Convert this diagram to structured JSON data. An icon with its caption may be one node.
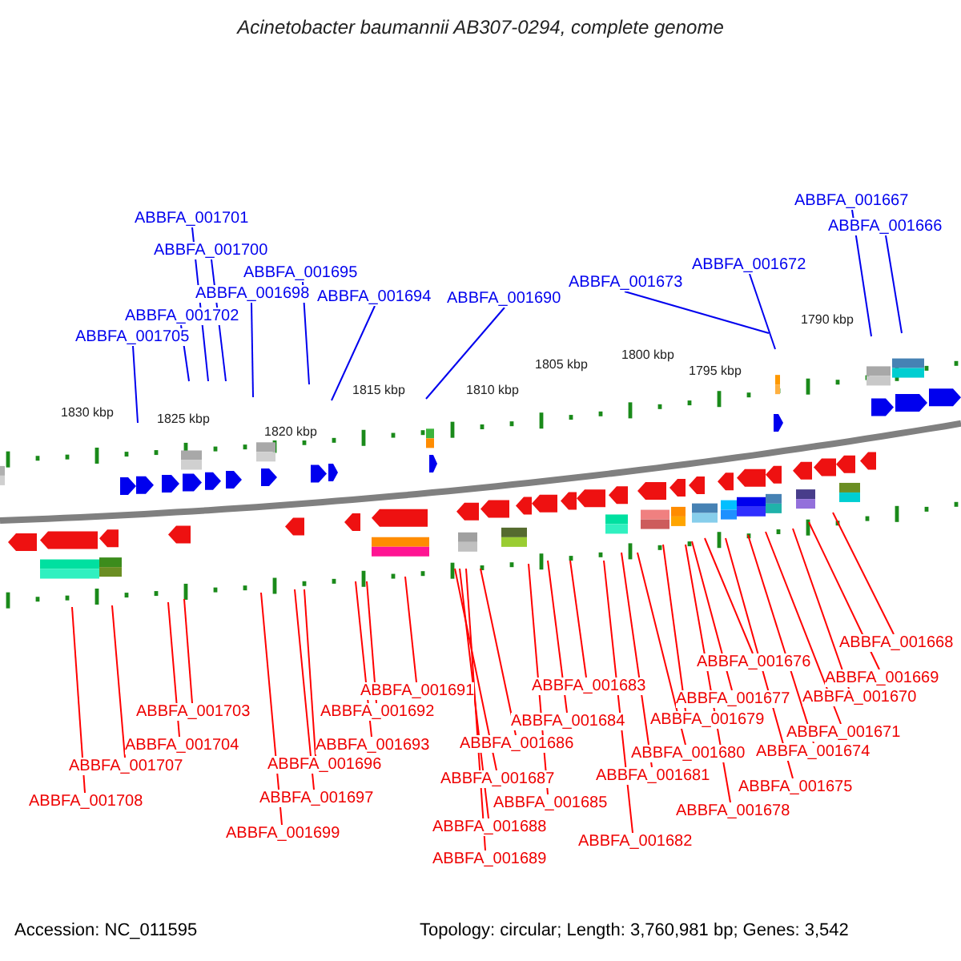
{
  "diagram": {
    "title": "Acinetobacter baumannii AB307-0294, complete genome",
    "nodes": [
      {
        "text": [
          "ABBFA_001667"
        ]
      },
      {
        "text": [
          "ABBFA_001701"
        ]
      },
      {
        "text": [
          "ABBFA_001666"
        ]
      },
      {
        "text": [
          "ABBFA_001700"
        ]
      },
      {
        "text": [
          "ABBFA_001672"
        ]
      },
      {
        "text": [
          "ABBFA_001695"
        ]
      },
      {
        "text": [
          "ABBFA_001673"
        ]
      },
      {
        "text": [
          "ABBFA_001698"
        ]
      },
      {
        "text": [
          "ABBFA_001694"
        ]
      },
      {
        "text": [
          "ABBFA_001690"
        ]
      },
      {
        "text": [
          "ABBFA_001702"
        ]
      },
      {
        "text": [
          "ABBFA_001705"
        ]
      },
      {
        "text": [
          "ABBFA_001668"
        ]
      },
      {
        "text": [
          "ABBFA_001676"
        ]
      },
      {
        "text": [
          "ABBFA_001669"
        ]
      },
      {
        "text": [
          "ABBFA_001683"
        ]
      },
      {
        "text": [
          "ABBFA_001691"
        ]
      },
      {
        "text": [
          "ABBFA_001677"
        ]
      },
      {
        "text": [
          "ABBFA_001670"
        ]
      },
      {
        "text": [
          "ABBFA_001703"
        ]
      },
      {
        "text": [
          "ABBFA_001692"
        ]
      },
      {
        "text": [
          "ABBFA_001679"
        ]
      },
      {
        "text": [
          "ABBFA_001684"
        ]
      },
      {
        "text": [
          "ABBFA_001671"
        ]
      },
      {
        "text": [
          "ABBFA_001704"
        ]
      },
      {
        "text": [
          "ABBFA_001693"
        ]
      },
      {
        "text": [
          "ABBFA_001686"
        ]
      },
      {
        "text": [
          "ABBFA_001680"
        ]
      },
      {
        "text": [
          "ABBFA_001674"
        ]
      },
      {
        "text": [
          "ABBFA_001696"
        ]
      },
      {
        "text": [
          "ABBFA_001707"
        ]
      },
      {
        "text": [
          "ABBFA_001681"
        ]
      },
      {
        "text": [
          "ABBFA_001687"
        ]
      },
      {
        "text": [
          "ABBFA_001675"
        ]
      },
      {
        "text": [
          "ABBFA_001697"
        ]
      },
      {
        "text": [
          "ABBFA_001708"
        ]
      },
      {
        "text": [
          "ABBFA_001685"
        ]
      },
      {
        "text": [
          "ABBFA_001678"
        ]
      },
      {
        "text": [
          "ABBFA_001688"
        ]
      },
      {
        "text": [
          "ABBFA_001699"
        ]
      },
      {
        "text": [
          "ABBFA_001682"
        ]
      },
      {
        "text": [
          "ABBFA_001689"
        ]
      }
    ],
    "edges": [
      {
        "from": 0,
        "to": null,
        "arrow": "none",
        "color": "#0000ee"
      },
      {
        "from": 1,
        "to": null,
        "arrow": "none",
        "color": "#0000ee"
      },
      {
        "from": 2,
        "to": null,
        "arrow": "none",
        "color": "#0000ee"
      },
      {
        "from": 3,
        "to": null,
        "arrow": "none",
        "color": "#0000ee"
      },
      {
        "from": 4,
        "to": null,
        "arrow": "none",
        "color": "#0000ee"
      },
      {
        "from": 5,
        "to": null,
        "arrow": "none",
        "color": "#0000ee"
      },
      {
        "from": 6,
        "to": null,
        "arrow": "none",
        "color": "#0000ee"
      },
      {
        "from": 7,
        "to": null,
        "arrow": "none",
        "color": "#0000ee"
      },
      {
        "from": 8,
        "to": null,
        "arrow": "none",
        "color": "#0000ee"
      },
      {
        "from": 9,
        "to": null,
        "arrow": "none",
        "color": "#0000ee"
      },
      {
        "from": 10,
        "to": null,
        "arrow": "none",
        "color": "#0000ee"
      },
      {
        "from": 11,
        "to": null,
        "arrow": "none",
        "color": "#0000ee"
      },
      {
        "from": 12,
        "to": null,
        "arrow": "none",
        "color": "#ff0000"
      },
      {
        "from": 13,
        "to": null,
        "arrow": "none",
        "color": "#ff0000"
      },
      {
        "from": 14,
        "to": null,
        "arrow": "none",
        "color": "#ff0000"
      },
      {
        "from": 15,
        "to": null,
        "arrow": "none",
        "color": "#ff0000"
      },
      {
        "from": 16,
        "to": null,
        "arrow": "none",
        "color": "#ff0000"
      },
      {
        "from": 17,
        "to": null,
        "arrow": "none",
        "color": "#ff0000"
      },
      {
        "from": 18,
        "to": null,
        "arrow": "none",
        "color": "#ff0000"
      },
      {
        "from": 19,
        "to": null,
        "arrow": "none",
        "color": "#ff0000"
      },
      {
        "from": 20,
        "to": null,
        "arrow": "none",
        "color": "#ff0000"
      },
      {
        "from": 21,
        "to": null,
        "arrow": "none",
        "color": "#ff0000"
      },
      {
        "from": 22,
        "to": null,
        "arrow": "none",
        "color": "#ff0000"
      },
      {
        "from": 23,
        "to": null,
        "arrow": "none",
        "color": "#ff0000"
      },
      {
        "from": 24,
        "to": null,
        "arrow": "none",
        "color": "#ff0000"
      },
      {
        "from": 25,
        "to": null,
        "arrow": "none",
        "color": "#ff0000"
      },
      {
        "from": 26,
        "to": null,
        "arrow": "none",
        "color": "#ff0000"
      },
      {
        "from": 27,
        "to": null,
        "arrow": "none",
        "color": "#ff0000"
      },
      {
        "from": 28,
        "to": null,
        "arrow": "none",
        "color": "#ff0000"
      },
      {
        "from": 29,
        "to": null,
        "arrow": "none",
        "color": "#ff0000"
      },
      {
        "from": 30,
        "to": null,
        "arrow": "none",
        "color": "#ff0000"
      },
      {
        "from": 31,
        "to": null,
        "arrow": "none",
        "color": "#ff0000"
      },
      {
        "from": 32,
        "to": null,
        "arrow": "none",
        "color": "#ff0000"
      },
      {
        "from": 33,
        "to": null,
        "arrow": "none",
        "color": "#ff0000"
      },
      {
        "from": 34,
        "to": null,
        "arrow": "none",
        "color": "#ff0000"
      },
      {
        "from": 35,
        "to": null,
        "arrow": "none",
        "color": "#ff0000"
      },
      {
        "from": 36,
        "to": null,
        "arrow": "none",
        "color": "#ff0000"
      },
      {
        "from": 37,
        "to": null,
        "arrow": "none",
        "color": "#ff0000"
      },
      {
        "from": 38,
        "to": null,
        "arrow": "none",
        "color": "#ff0000"
      },
      {
        "from": 39,
        "to": null,
        "arrow": "none",
        "color": "#ff0000"
      },
      {
        "from": 40,
        "to": null,
        "arrow": "none",
        "color": "#ff0000"
      },
      {
        "from": 41,
        "to": null,
        "arrow": "none",
        "color": "#ff0000"
      }
    ],
    "labels": [
      "1790 kbp",
      "1795 kbp",
      "1800 kbp",
      "1805 kbp",
      "1810 kbp",
      "1815 kbp",
      "1820 kbp",
      "1825 kbp",
      "1830 kbp",
      "Accession: NC_011595",
      "Topology: circular; Length: 3,760,981 bp; Genes: 3,542"
    ]
  }
}
